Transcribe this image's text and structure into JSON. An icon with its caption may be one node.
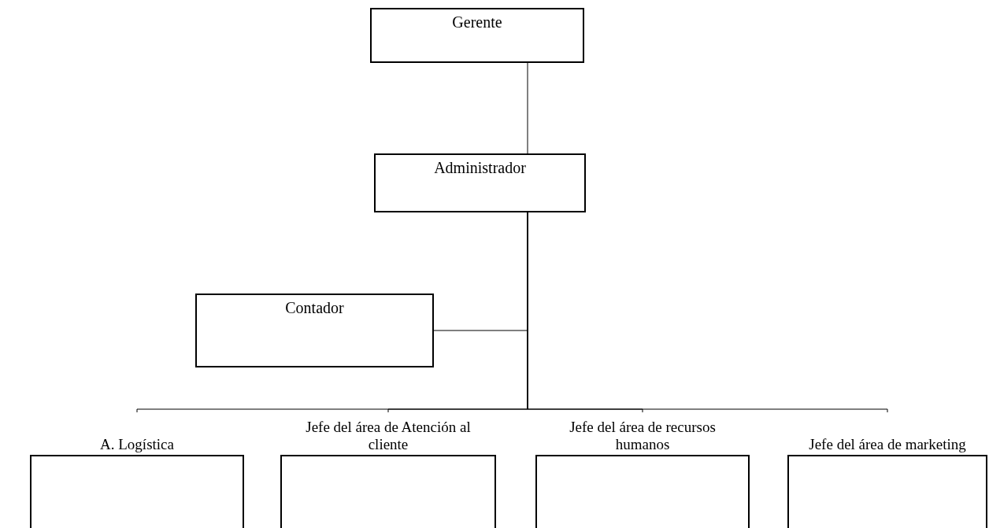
{
  "diagram": {
    "nodes": [
      {
        "text": [
          "Gerente"
        ]
      },
      {
        "text": [
          "Administrador"
        ]
      },
      {
        "text": [
          "Contador"
        ]
      },
      {
        "text": [
          "A. Logística"
        ]
      },
      {
        "text": [
          "Jefe del área de Atención al cliente"
        ]
      },
      {
        "text": [
          "Jefe del área de recursos humanos"
        ]
      },
      {
        "text": [
          "Jefe del área de marketing"
        ]
      }
    ],
    "edges": [
      {
        "from": 0,
        "to": 1,
        "arrow": "none"
      },
      {
        "from": 1,
        "to": 2,
        "arrow": "none"
      },
      {
        "from": 1,
        "to": 3,
        "arrow": "none"
      },
      {
        "from": 1,
        "to": 4,
        "arrow": "none"
      },
      {
        "from": 1,
        "to": 5,
        "arrow": "none"
      },
      {
        "from": 1,
        "to": 6,
        "arrow": "none"
      }
    ]
  }
}
